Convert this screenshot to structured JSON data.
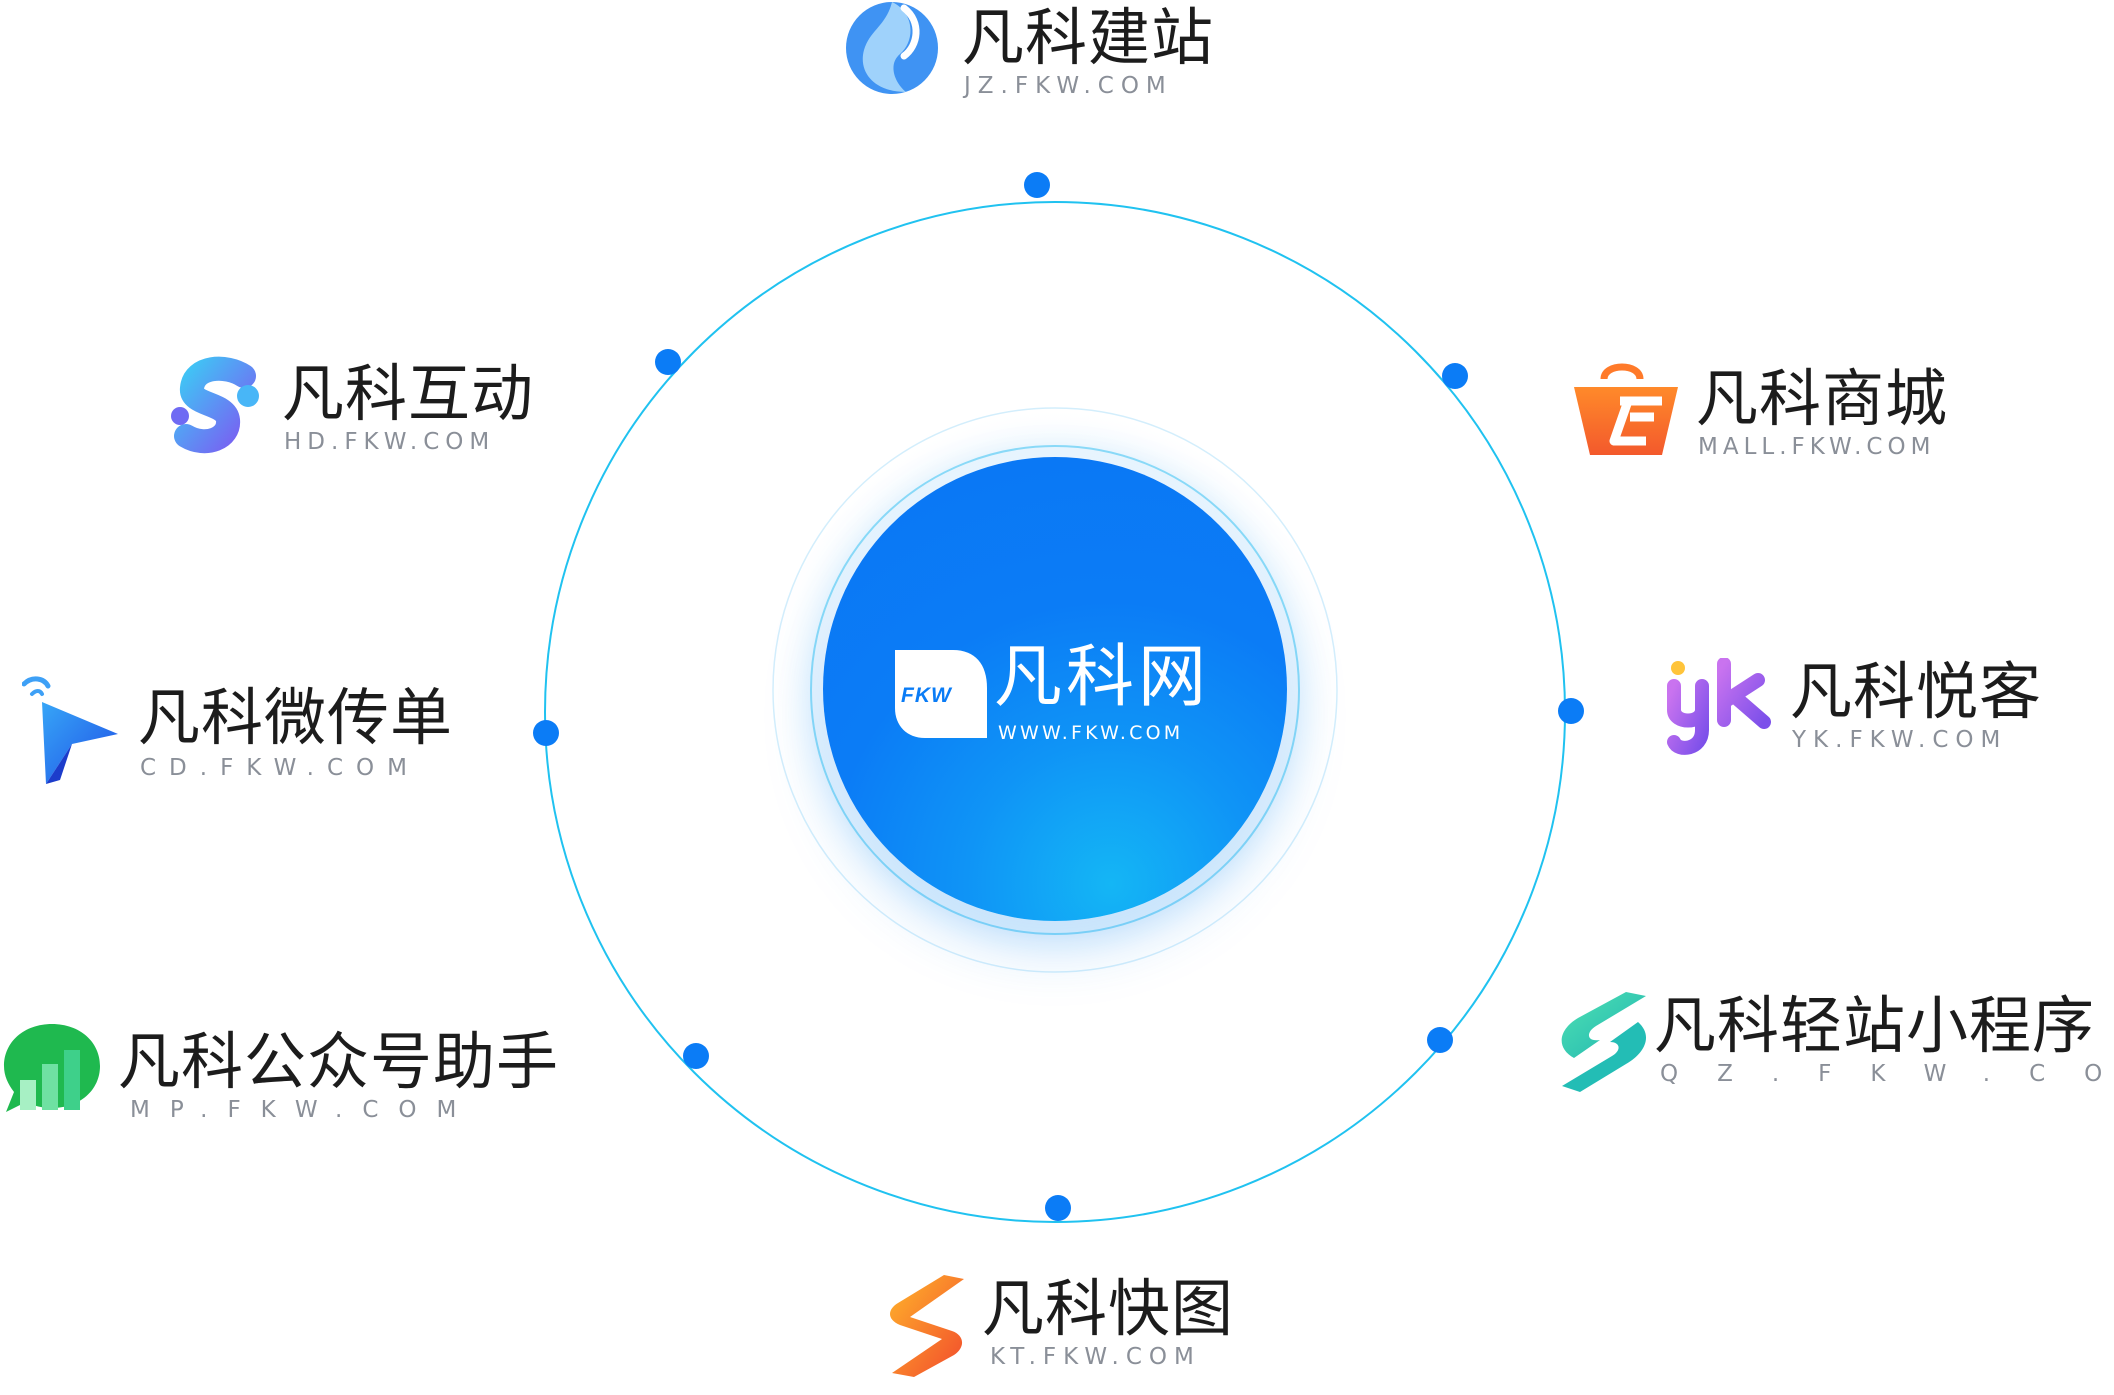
{
  "center": {
    "logo_text": "FKW",
    "title": "凡科网",
    "url": "WWW.FKW.COM"
  },
  "colors": {
    "orbit": "#20c2f0",
    "node": "#0b7cf6",
    "hub": "#0a7cf6"
  },
  "products": [
    {
      "id": "jz",
      "name": "凡科建站",
      "url": "JZ.FKW.COM",
      "icon": "jz-swirl-icon"
    },
    {
      "id": "hd",
      "name": "凡科互动",
      "url": "HD.FKW.COM",
      "icon": "hd-s-icon"
    },
    {
      "id": "mall",
      "name": "凡科商城",
      "url": "MALL.FKW.COM",
      "icon": "shopping-bag-icon"
    },
    {
      "id": "cd",
      "name": "凡科微传单",
      "url": "CD.FKW.COM",
      "icon": "paper-plane-icon"
    },
    {
      "id": "yk",
      "name": "凡科悦客",
      "url": "YK.FKW.COM",
      "icon": "yk-letters-icon"
    },
    {
      "id": "mp",
      "name": "凡科公众号助手",
      "url": "MP.FKW.COM",
      "icon": "chat-bars-icon"
    },
    {
      "id": "qz",
      "name": "凡科轻站小程序",
      "url": "QZ.FKW.COM",
      "icon": "stacked-s-icon"
    },
    {
      "id": "kt",
      "name": "凡科快图",
      "url": "KT.FKW.COM",
      "icon": "lightning-s-icon"
    }
  ]
}
